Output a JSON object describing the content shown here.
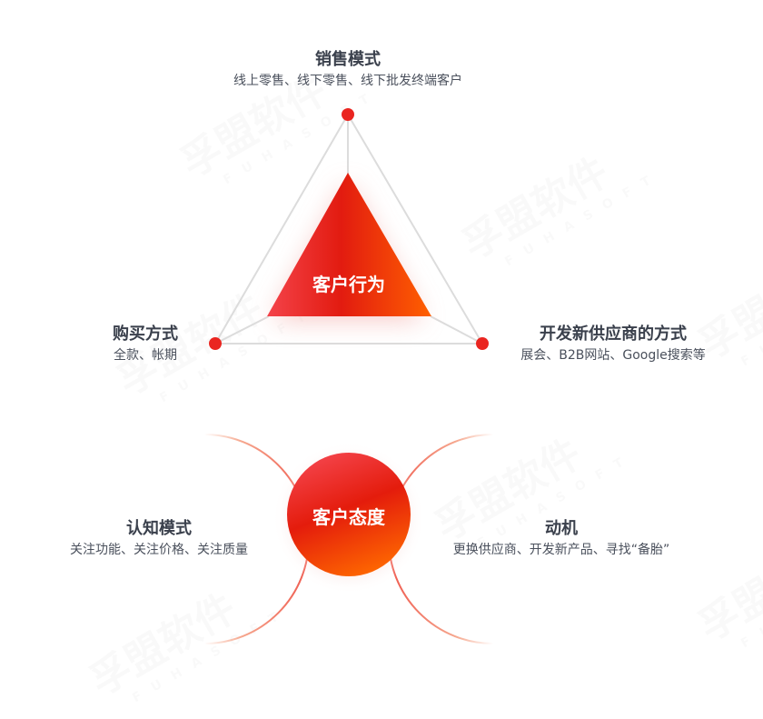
{
  "behavior": {
    "center_label": "客户行为",
    "nodes": [
      {
        "title": "销售模式",
        "subtitle": "线上零售、线下零售、线下批发终端客户",
        "position": "top"
      },
      {
        "title": "购买方式",
        "subtitle": "全款、帐期",
        "position": "left"
      },
      {
        "title": "开发新供应商的方式",
        "subtitle": "展会、B2B网站、Google搜索等",
        "position": "right"
      }
    ]
  },
  "attitude": {
    "center_label": "客户态度",
    "nodes": [
      {
        "title": "认知模式",
        "subtitle": "关注功能、关注价格、关注质量",
        "position": "left"
      },
      {
        "title": "动机",
        "subtitle": "更换供应商、开发新产品、寻找“备胎”",
        "position": "right"
      }
    ]
  },
  "watermark": {
    "text": "孚盟软件",
    "subtext": "FUHASOFT"
  },
  "colors": {
    "accent_red": "#e8231b",
    "accent_orange": "#ff6a00",
    "dot": "#ea2520",
    "line": "#dcdcdc",
    "arc": "#f07a66"
  }
}
